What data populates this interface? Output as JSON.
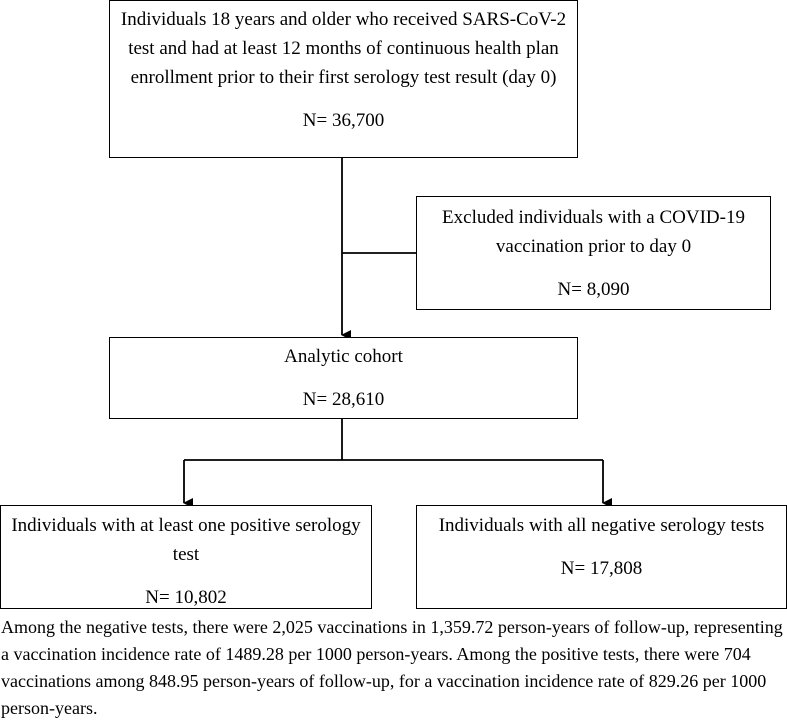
{
  "flowchart": {
    "top_box": {
      "text": "Individuals 18 years and older who received SARS-CoV-2 test and had at least 12 months of continuous health plan enrollment prior to their first serology test result (day 0)",
      "n": "N= 36,700"
    },
    "excluded_box": {
      "text": "Excluded individuals with a COVID-19 vaccination prior to day 0",
      "n": "N= 8,090"
    },
    "analytic_box": {
      "text": "Analytic cohort",
      "n": "N= 28,610"
    },
    "positive_box": {
      "text": "Individuals with at least one positive serology test",
      "n": "N= 10,802"
    },
    "negative_box": {
      "text": "Individuals with all negative serology tests",
      "n": "N= 17,808"
    }
  },
  "footnote": "Among the negative tests, there were 2,025 vaccinations in 1,359.72 person-years of follow-up, representing a vaccination incidence rate of 1489.28 per 1000 person-years. Among the positive tests, there were 704 vaccinations among 848.95 person-years of follow-up, for a vaccination incidence rate of 829.26 per 1000 person-years."
}
